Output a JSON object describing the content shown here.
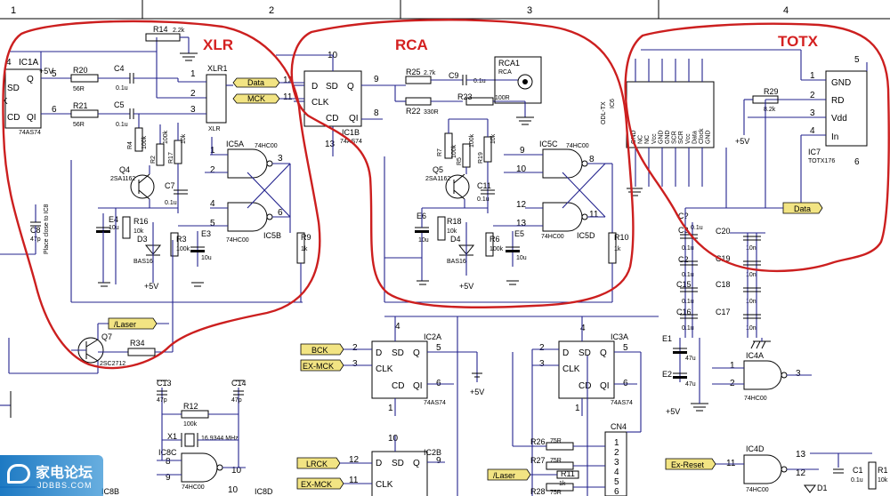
{
  "header": {
    "columns": [
      "1",
      "2",
      "3",
      "4"
    ]
  },
  "regions": {
    "xlr": "XLR",
    "rca": "RCA",
    "totx": "TOTX"
  },
  "chips": {
    "ic1a": {
      "name": "IC1A",
      "part": "74AS74"
    },
    "ic1b": {
      "name": "IC1B",
      "part": "74AS74"
    },
    "ic2a": {
      "name": "IC2A",
      "part": "74AS74"
    },
    "ic2b": {
      "name": "IC2B",
      "part": ""
    },
    "ic3a": {
      "name": "IC3A",
      "part": "74AS74"
    },
    "ic5a": {
      "name": "IC5A",
      "part": "74HC00"
    },
    "ic5b": {
      "name": "IC5B",
      "part": "74HC00"
    },
    "ic5c": {
      "name": "IC5C",
      "part": "74HC00"
    },
    "ic5d": {
      "name": "IC5D",
      "part": "74HC00"
    },
    "ic4a": {
      "name": "IC4A",
      "part": "74HC00"
    },
    "ic4d": {
      "name": "IC4D",
      "part": "74HC00"
    },
    "ic8c": {
      "name": "IC8C",
      "part": "74HC00"
    },
    "ic8b": {
      "name": "IC8B"
    },
    "ic8d": {
      "name": "IC8D"
    },
    "ic7": {
      "name": "IC7",
      "part": "TOTX176",
      "pins": [
        "GND",
        "RD",
        "Vdd",
        "In"
      ]
    },
    "ic6": {
      "name": "IC6",
      "part": "ODL-TX",
      "pins": [
        "GND",
        "NC",
        "NC",
        "Vcc",
        "GND",
        "GND",
        "SCR",
        "SCR",
        "Vcc",
        "Data",
        "Clock",
        "GND"
      ]
    },
    "xlr1": {
      "name": "XLR1",
      "part": "XLR"
    },
    "rca1": {
      "name": "RCA1",
      "part": "RCA"
    },
    "cn4": {
      "name": "CN4"
    }
  },
  "ff_pins": {
    "sd": "SD",
    "cd": "CD",
    "q": "Q",
    "qbar": "QI",
    "d": "D",
    "clk": "CLK",
    "k": "K"
  },
  "nets": {
    "data": "Data",
    "mck": "MCK",
    "laser": "/Laser",
    "bck": "BCK",
    "exmck": "EX-MCK",
    "lrck": "LRCK",
    "exreset": "Ex-Reset",
    "plus5v": "+5V"
  },
  "components": {
    "r14": {
      "ref": "R14",
      "val": "2.2k"
    },
    "r20": {
      "ref": "R20",
      "val": "56R"
    },
    "r21": {
      "ref": "R21",
      "val": "56R"
    },
    "c4": {
      "ref": "C4",
      "val": "0.1u"
    },
    "c5": {
      "ref": "C5",
      "val": "0.1u"
    },
    "r4": {
      "ref": "R4",
      "val": "100k"
    },
    "r2": {
      "ref": "R2",
      "val": "100k"
    },
    "r17": {
      "ref": "R17",
      "val": "10k"
    },
    "q4": {
      "ref": "Q4",
      "val": "2SA1162"
    },
    "c7": {
      "ref": "C7",
      "val": "0.1u"
    },
    "e4": {
      "ref": "E4",
      "val": "10u"
    },
    "r16": {
      "ref": "R16",
      "val": "10k"
    },
    "d3": {
      "ref": "D3",
      "val": "BAS16"
    },
    "r3": {
      "ref": "R3",
      "val": "100k"
    },
    "e3": {
      "ref": "E3",
      "val": "10u"
    },
    "r9": {
      "ref": "R9",
      "val": "1k"
    },
    "c8": {
      "ref": "C8",
      "val": "47p"
    },
    "c8note": "Place close to IC8",
    "q7": {
      "ref": "Q7",
      "val": "2SC2712"
    },
    "r34": {
      "ref": "R34"
    },
    "r25": {
      "ref": "R25",
      "val": "2.7k"
    },
    "r22": {
      "ref": "R22",
      "val": "330R"
    },
    "c9": {
      "ref": "C9",
      "val": "0.1u"
    },
    "r23": {
      "ref": "R23",
      "val": "100R"
    },
    "r7": {
      "ref": "R7",
      "val": "100k"
    },
    "r5": {
      "ref": "R5",
      "val": "100k"
    },
    "r19": {
      "ref": "R19",
      "val": "10k"
    },
    "q5": {
      "ref": "Q5",
      "val": "2SA1162"
    },
    "c11": {
      "ref": "C11",
      "val": "0.1u"
    },
    "e6": {
      "ref": "E6",
      "val": "10u"
    },
    "r18": {
      "ref": "R18",
      "val": "10k"
    },
    "d4": {
      "ref": "D4",
      "val": "BAS16"
    },
    "r6": {
      "ref": "R6",
      "val": "100k"
    },
    "e5": {
      "ref": "E5",
      "val": "10u"
    },
    "r10": {
      "ref": "R10",
      "val": "1k"
    },
    "r29": {
      "ref": "R29",
      "val": "8.2k"
    },
    "c13": {
      "ref": "C13",
      "val": "47p"
    },
    "c14": {
      "ref": "C14",
      "val": "47p"
    },
    "r12": {
      "ref": "R12",
      "val": "100k"
    },
    "x1": {
      "ref": "X1",
      "val": "16.9344 MHz"
    },
    "r26": {
      "ref": "R26",
      "val": "75R"
    },
    "r27": {
      "ref": "R27",
      "val": "75R"
    },
    "r28": {
      "ref": "R28",
      "val": "75R"
    },
    "r11": {
      "ref": "R11",
      "val": "1k"
    },
    "c1": {
      "ref": "C1",
      "val": "0.1u"
    },
    "r1": {
      "ref": "R1",
      "val": "10k"
    },
    "d1": {
      "ref": "D1"
    },
    "e1": {
      "ref": "E1",
      "val": "47u"
    },
    "e2": {
      "ref": "E2",
      "val": "47u"
    },
    "cq": "C?",
    "caps": [
      {
        "ref": "C3",
        "val": "0.1u"
      },
      {
        "ref": "C2",
        "val": "0.1u"
      },
      {
        "ref": "C15",
        "val": "0.1u"
      },
      {
        "ref": "C16",
        "val": "0.1u"
      },
      {
        "ref": "C20",
        "val": "10n"
      },
      {
        "ref": "C19",
        "val": "10n"
      },
      {
        "ref": "C18",
        "val": "10n"
      },
      {
        "ref": "C17",
        "val": "10n"
      }
    ],
    "cqval": "0.1u"
  },
  "watermark": {
    "title": "家电论坛",
    "site": "JDBBS.COM"
  }
}
